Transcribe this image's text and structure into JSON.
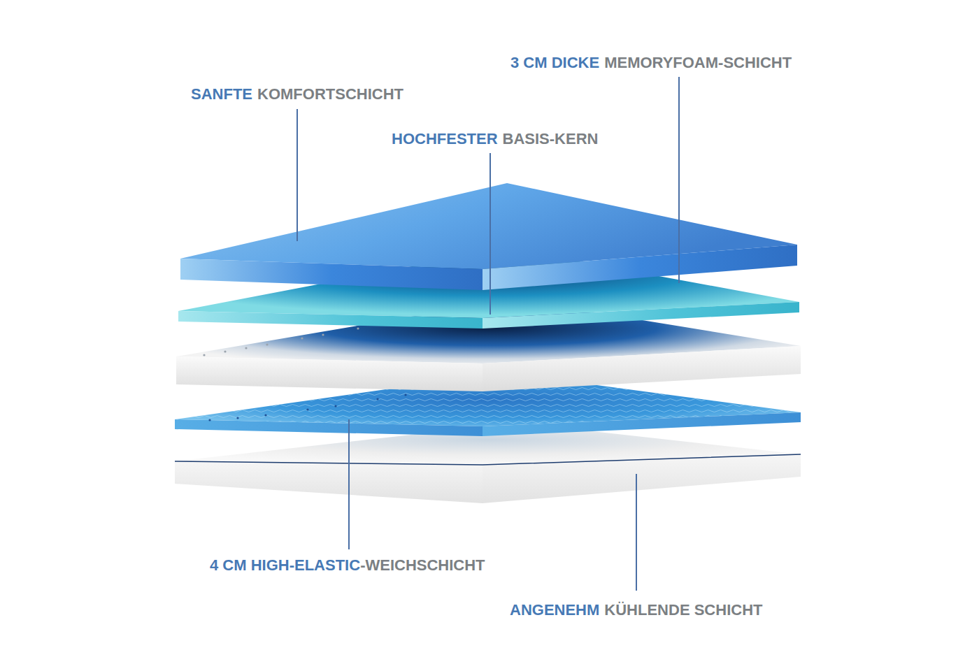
{
  "diagram": {
    "labels": [
      "SANFTE",
      "KOMFORTSCHICHT",
      "3 CM DICKE",
      "MEMORYFOAM-SCHICHT",
      "HOCHFESTER",
      "BASIS-KERN",
      "4 CM HIGH-ELASTIC",
      "-WEICHSCHICHT",
      "ANGENEHM",
      "KÜHLENDE SCHICHT"
    ]
  }
}
